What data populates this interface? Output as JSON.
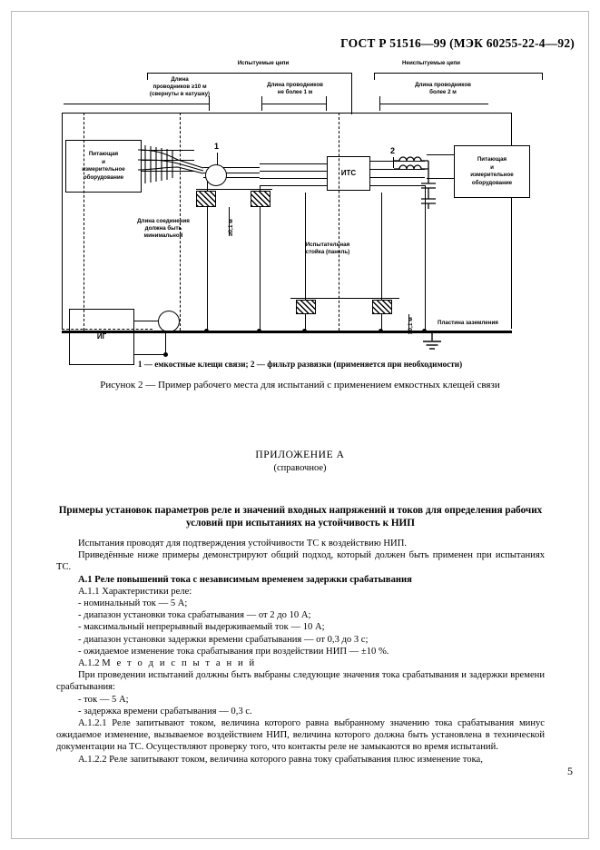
{
  "document": {
    "header": "ГОСТ Р 51516—99 (МЭК 60255-22-4—92)",
    "page_number": "5"
  },
  "figure": {
    "labels": {
      "tested_circuits": "Испытуемые цепи",
      "untested_circuits": "Неиспытуемые цепи",
      "wire_len_10m": "Длина\nпроводников ≥10 м\n(свернуты в катушку)",
      "wire_len_1m": "Длина проводников\nне более 1 м",
      "wire_len_2m": "Длина проводников\nболее 2 м",
      "connection_min": "Длина соединения\nдолжна быть\nминимальной",
      "supply_left": "Питающая\nи\nизмерительное\nоборудование",
      "supply_right": "Питающая\nи\nизмерительное\nоборудование",
      "ig_box": "ИГ",
      "its_box": "ИТС",
      "test_rack": "Испытательная\nстойка (панель)",
      "ground_plate": "Пластина заземления",
      "height_1": "≥0,1 м",
      "height_2": "≥0,1 м",
      "callout_1": "1",
      "callout_2": "2"
    },
    "note": "1 — емкостные клещи связи; 2 — фильтр развязки (применяется при необходимости)",
    "caption": "Рисунок 2 — Пример рабочего места для испытаний с применением емкостных клещей связи"
  },
  "appendix": {
    "title": "ПРИЛОЖЕНИЕ А",
    "subtitle": "(справочное)",
    "heading": "Примеры установок параметров реле и значений входных напряжений и токов для определения рабочих условий при испытаниях на устойчивость к НИП",
    "paragraphs": [
      {
        "type": "p",
        "text": "Испытания проводят для подтверждения устойчивости ТС к воздействию НИП."
      },
      {
        "type": "p",
        "text": "Приведённые ниже примеры демонстрируют общий подход, который должен быть применен при испытаниях ТС."
      },
      {
        "type": "bold",
        "text": "А.1  Реле повышений тока с независимым временем задержки срабатывания"
      },
      {
        "type": "p",
        "text": "А.1.1  Характеристики реле:"
      },
      {
        "type": "li",
        "text": "- номинальный ток — 5 А;"
      },
      {
        "type": "li",
        "text": "- диапазон установки тока срабатывания — от 2 до 10 А;"
      },
      {
        "type": "li",
        "text": "- максимальный непрерывный выдерживаемый ток — 10 А;"
      },
      {
        "type": "li",
        "text": "- диапазон установки задержки времени срабатывания — от 0,3 до 3 с;"
      },
      {
        "type": "li",
        "text": "- ожидаемое изменение тока срабатывания при воздействии НИП — ±10 %."
      },
      {
        "type": "spaced",
        "prefix": "А.1.2 ",
        "text": "М е т о д   и с п ы т а н и й"
      },
      {
        "type": "p",
        "text": "При проведении испытаний должны быть выбраны следующие значения тока срабатывания и задержки времени срабатывания:"
      },
      {
        "type": "li",
        "text": "- ток — 5 А;"
      },
      {
        "type": "li",
        "text": "- задержка времени срабатывания — 0,3 с."
      },
      {
        "type": "p",
        "text": "А.1.2.1  Реле запитывают током, величина которого равна выбранному значению тока срабатывания минус ожидаемое изменение, вызываемое воздействием НИП, величина которого должна быть установлена в технической документации на ТС. Осуществляют проверку того, что контакты реле не замыкаются во время испытаний."
      },
      {
        "type": "p",
        "text": "А.1.2.2 Реле запитывают током, величина которого равна току срабатывания плюс изменение тока,"
      }
    ]
  }
}
